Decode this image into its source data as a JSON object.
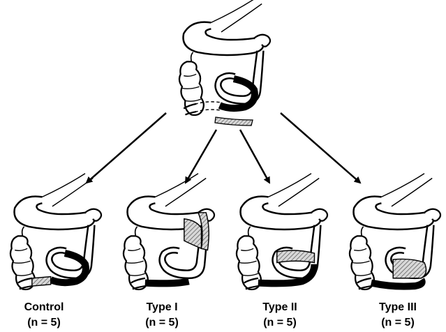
{
  "groups": [
    {
      "name": "Control",
      "n": "(n = 5)"
    },
    {
      "name": "Type I",
      "n": "(n = 5)"
    },
    {
      "name": "Type II",
      "n": "(n = 5)"
    },
    {
      "name": "Type III",
      "n": "(n = 5)"
    }
  ]
}
